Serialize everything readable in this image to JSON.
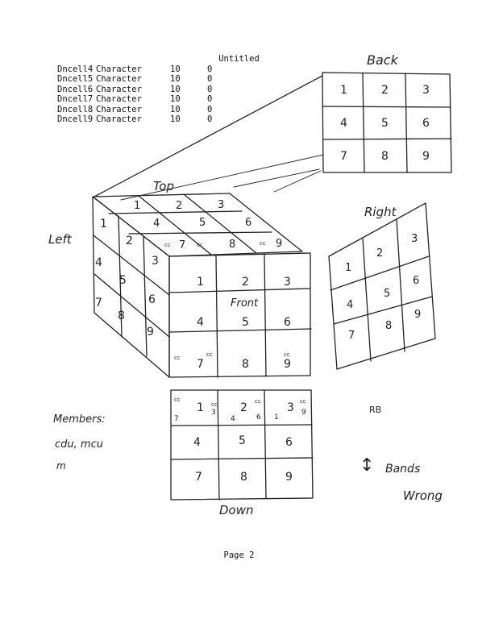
{
  "page": {
    "title": "Untitled",
    "footer": "Page 2"
  },
  "table": {
    "rows": [
      {
        "name": "Dncell4",
        "type": "Character",
        "length": "10",
        "decimals": "0"
      },
      {
        "name": "Dncell5",
        "type": "Character",
        "length": "10",
        "decimals": "0"
      },
      {
        "name": "Dncell6",
        "type": "Character",
        "length": "10",
        "decimals": "0"
      },
      {
        "name": "Dncell7",
        "type": "Character",
        "length": "10",
        "decimals": "0"
      },
      {
        "name": "Dncell8",
        "type": "Character",
        "length": "10",
        "decimals": "0"
      },
      {
        "name": "Dncell9",
        "type": "Character",
        "length": "10",
        "decimals": "0"
      }
    ]
  },
  "sketch": {
    "labels": {
      "back": "Back",
      "top": "Top",
      "left": "Left",
      "right": "Right",
      "front": "Front",
      "down": "Down",
      "rb": "RB",
      "members_line1": "Members:",
      "members_line2": "cdu, mcu",
      "members_line3": "m",
      "bands_arrow": "↕",
      "bands_line1": "Bands",
      "bands_line2": "Wrong"
    },
    "back_face": [
      "1",
      "2",
      "3",
      "4",
      "5",
      "6",
      "7",
      "8",
      "9"
    ],
    "top_face": [
      "1",
      "2",
      "3",
      "4",
      "5",
      "6",
      "7",
      "8",
      "9"
    ],
    "left_face": [
      "1",
      "2",
      "3",
      "4",
      "5",
      "6",
      "7",
      "8",
      "9"
    ],
    "front_face": [
      "1",
      "2",
      "3",
      "4",
      "5",
      "6",
      "7",
      "8",
      "9"
    ],
    "right_face": [
      "1",
      "2",
      "3",
      "4",
      "5",
      "6",
      "7",
      "8",
      "9"
    ],
    "down_face": [
      "1",
      "2",
      "3",
      "4",
      "5",
      "6",
      "7",
      "8",
      "9"
    ],
    "annotations": {
      "cc": "cc",
      "front_bottom": [
        "7",
        "8",
        "9"
      ],
      "down_top": [
        "7",
        "3",
        "4",
        "6",
        "1",
        "9"
      ]
    }
  }
}
